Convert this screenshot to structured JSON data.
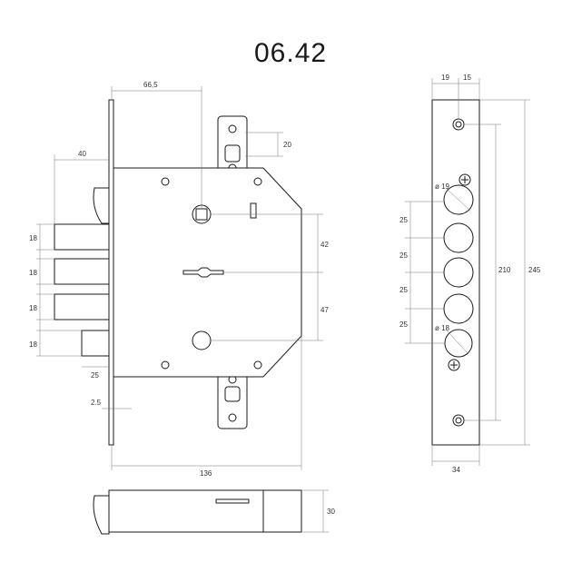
{
  "title": "06.42",
  "front_view": {
    "dims": {
      "backset": "66,5",
      "bolt_throw": "40",
      "hook_height": "20",
      "bolt1": "18",
      "bolt2": "18",
      "bolt3": "18",
      "bolt4": "18",
      "latch_width": "25",
      "plate_thickness": "2.5",
      "spindle_to_key": "42",
      "key_to_cylinder": "47",
      "body_length": "136"
    }
  },
  "faceplate_view": {
    "dims": {
      "top_left": "19",
      "top_right": "15",
      "pitch1": "25",
      "pitch2": "25",
      "pitch3": "25",
      "pitch4": "25",
      "hole_top": "ø 19",
      "hole_bottom": "ø 18",
      "inner_length": "210",
      "total_length": "245",
      "width": "34"
    }
  },
  "side_view": {
    "dims": {
      "thickness": "30"
    }
  }
}
